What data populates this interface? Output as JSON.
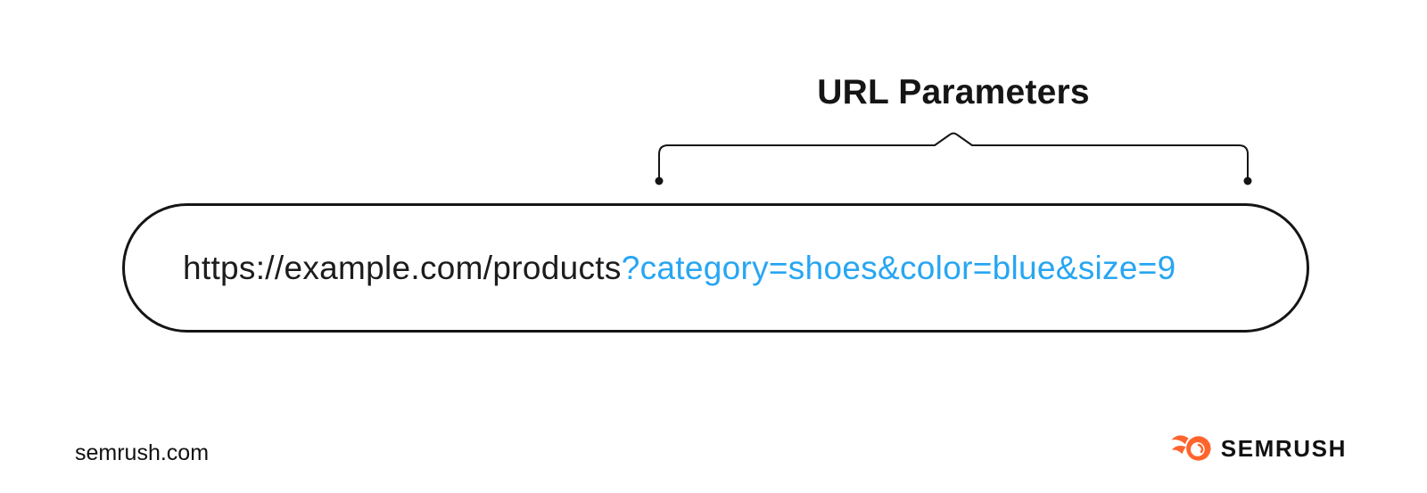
{
  "title": "URL Parameters",
  "url_bar": {
    "base": "https://example.com/products",
    "params": "?category=shoes&color=blue&size=9"
  },
  "footer": {
    "site": "semrush.com",
    "brand": "SEMRUSH"
  },
  "icons": {
    "brace": "curly-brace-annotation",
    "logo": "semrush-fireball-icon"
  },
  "colors": {
    "param_blue": "#27a6f2",
    "brand_orange": "#ff642d",
    "ink": "#151515",
    "background": "#ffffff"
  }
}
